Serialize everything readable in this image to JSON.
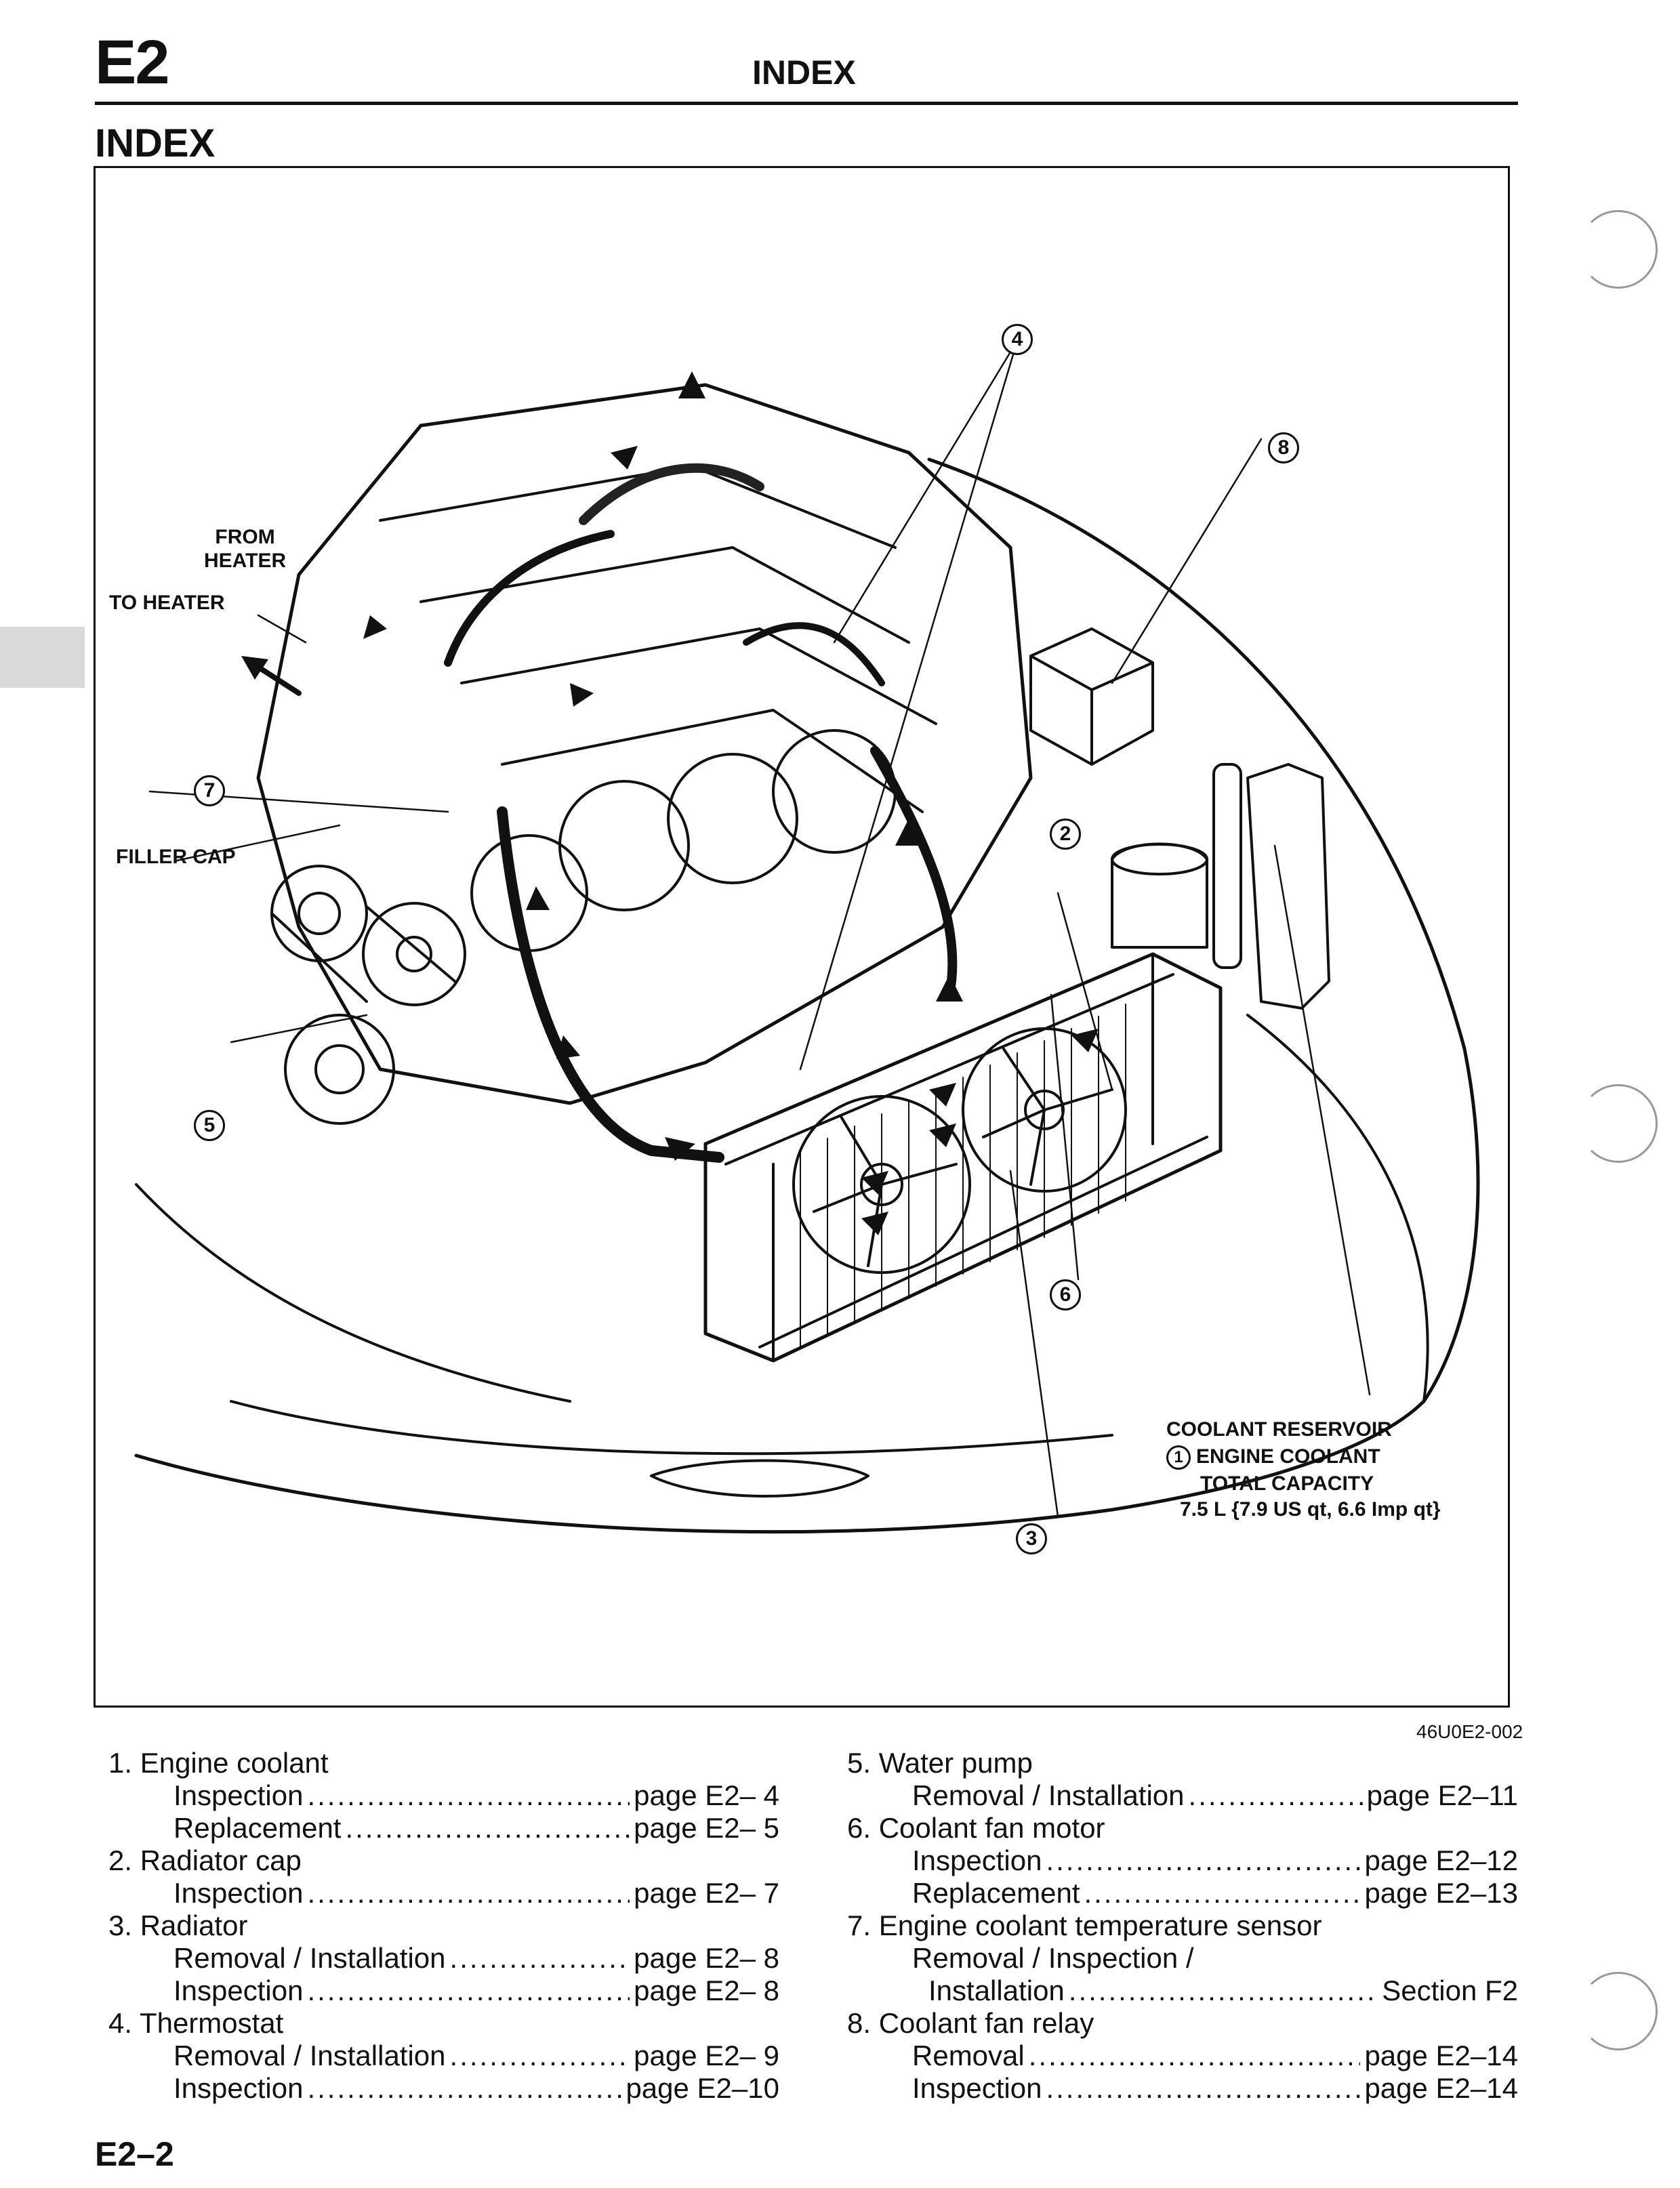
{
  "header": {
    "section_code": "E2",
    "title": "INDEX"
  },
  "index_heading": "INDEX",
  "figure": {
    "labels": {
      "from_heater": "FROM\nHEATER",
      "to_heater": "TO HEATER",
      "filler_cap": "FILLER CAP",
      "coolant_reservoir": "COOLANT RESERVOIR",
      "engine_coolant": "ENGINE COOLANT",
      "total_capacity": "TOTAL CAPACITY",
      "capacity_value": "7.5 L {7.9 US qt, 6.6 Imp qt}"
    },
    "callouts": [
      "1",
      "2",
      "3",
      "4",
      "5",
      "6",
      "7",
      "8"
    ],
    "figure_code": "46U0E2-002"
  },
  "index_items_left": [
    {
      "title": "1. Engine coolant",
      "subs": [
        {
          "label": "Inspection",
          "ref": "page E2– 4"
        },
        {
          "label": "Replacement",
          "ref": "page E2– 5"
        }
      ]
    },
    {
      "title": "2. Radiator cap",
      "subs": [
        {
          "label": "Inspection",
          "ref": "page E2– 7"
        }
      ]
    },
    {
      "title": "3. Radiator",
      "subs": [
        {
          "label": "Removal / Installation",
          "ref": "page E2– 8"
        },
        {
          "label": "Inspection",
          "ref": "page E2– 8"
        }
      ]
    },
    {
      "title": "4. Thermostat",
      "subs": [
        {
          "label": "Removal / Installation",
          "ref": "page E2– 9"
        },
        {
          "label": "Inspection",
          "ref": "page E2–10"
        }
      ]
    }
  ],
  "index_items_right": [
    {
      "title": "5. Water pump",
      "subs": [
        {
          "label": "Removal / Installation",
          "ref": "page E2–11"
        }
      ]
    },
    {
      "title": "6. Coolant fan motor",
      "subs": [
        {
          "label": "Inspection",
          "ref": "page E2–12"
        },
        {
          "label": "Replacement",
          "ref": "page E2–13"
        }
      ]
    },
    {
      "title": "7. Engine coolant temperature sensor",
      "subs": [
        {
          "label": "Removal / Inspection /",
          "ref": ""
        },
        {
          "label": "Installation",
          "ref": "Section F2"
        }
      ]
    },
    {
      "title": "8. Coolant fan relay",
      "subs": [
        {
          "label": "Removal",
          "ref": "page E2–14"
        },
        {
          "label": "Inspection",
          "ref": "page E2–14"
        }
      ]
    }
  ],
  "footer": {
    "page_number": "E2–2"
  }
}
